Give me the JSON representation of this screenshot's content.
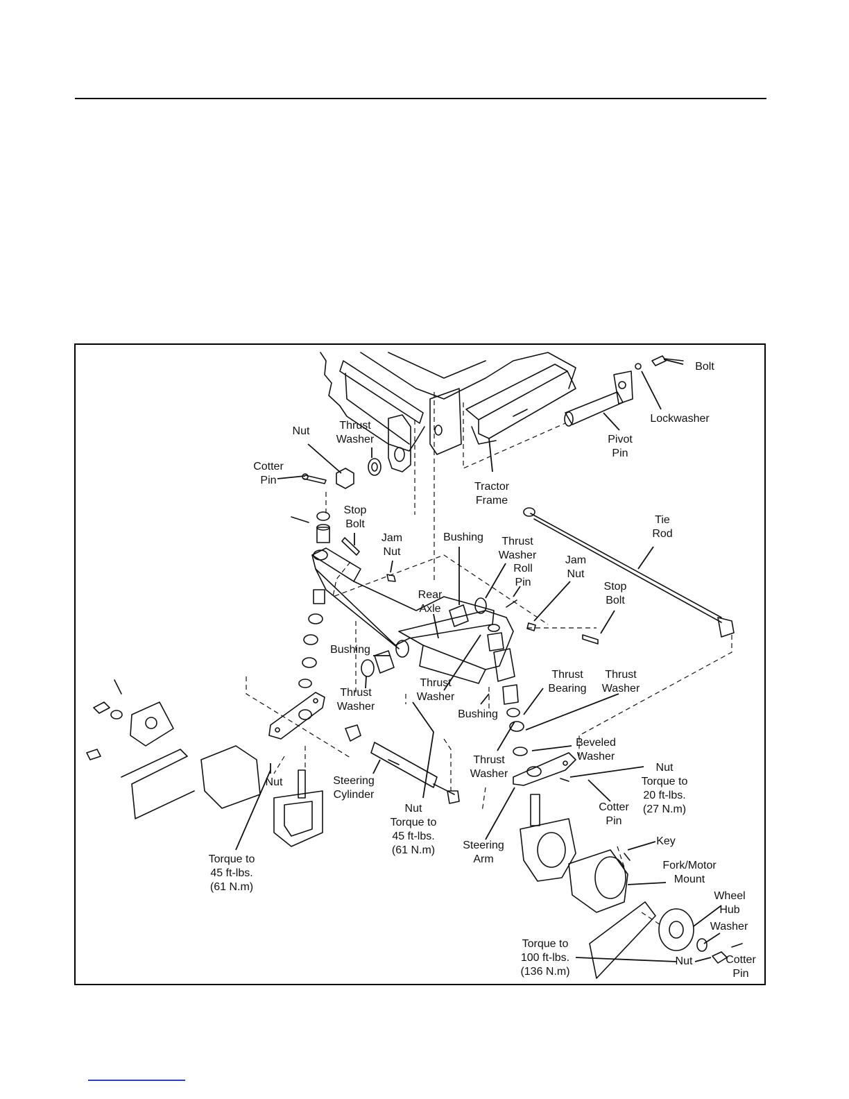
{
  "diagram": {
    "labels": {
      "bolt": "Bolt",
      "lockwasher": "Lockwasher",
      "pivot_pin": "Pivot\nPin",
      "tractor_frame": "Tractor\nFrame",
      "nut_top": "Nut",
      "thrust_washer_top": "Thrust\nWasher",
      "cotter_pin_top": "Cotter\nPin",
      "stop_bolt_left": "Stop\nBolt",
      "jam_nut_left": "Jam\nNut",
      "bushing_top": "Bushing",
      "thrust_washer_mid": "Thrust\nWasher",
      "roll_pin": "Roll\nPin",
      "jam_nut_right": "Jam\nNut",
      "tie_rod": "Tie\nRod",
      "stop_bolt_right": "Stop\nBolt",
      "rear_axle": "Rear\nAxle",
      "bushing_left": "Bushing",
      "thrust_washer_left": "Thrust\nWasher",
      "thrust_washer_center": "Thrust\nWasher",
      "bushing_center": "Bushing",
      "thrust_bearing": "Thrust\nBearing",
      "thrust_washer_right": "Thrust\nWasher",
      "beveled_washer": "Beveled\nWasher",
      "thrust_washer_low": "Thrust\nWasher",
      "nut_torque_20": "Nut\nTorque to\n20 ft-lbs.\n(27 N.m)",
      "cotter_pin_mid": "Cotter\nPin",
      "steering_cylinder": "Steering\nCylinder",
      "nut_left": "Nut",
      "nut_torque_45": "Nut\nTorque to\n45 ft-lbs.\n(61 N.m)",
      "steering_arm": "Steering\nArm",
      "key": "Key",
      "fork_motor_mount": "Fork/Motor\nMount",
      "torque_45_left": "Torque to\n45 ft-lbs.\n(61 N.m)",
      "wheel_hub": "Wheel\nHub",
      "washer": "Washer",
      "torque_100": "Torque to\n100 ft-lbs.\n(136 N.m)",
      "nut_bottom": "Nut",
      "cotter_pin_bottom": "Cotter\nPin"
    }
  },
  "colors": {
    "ink": "#111111",
    "link": "#2b3fbf"
  }
}
